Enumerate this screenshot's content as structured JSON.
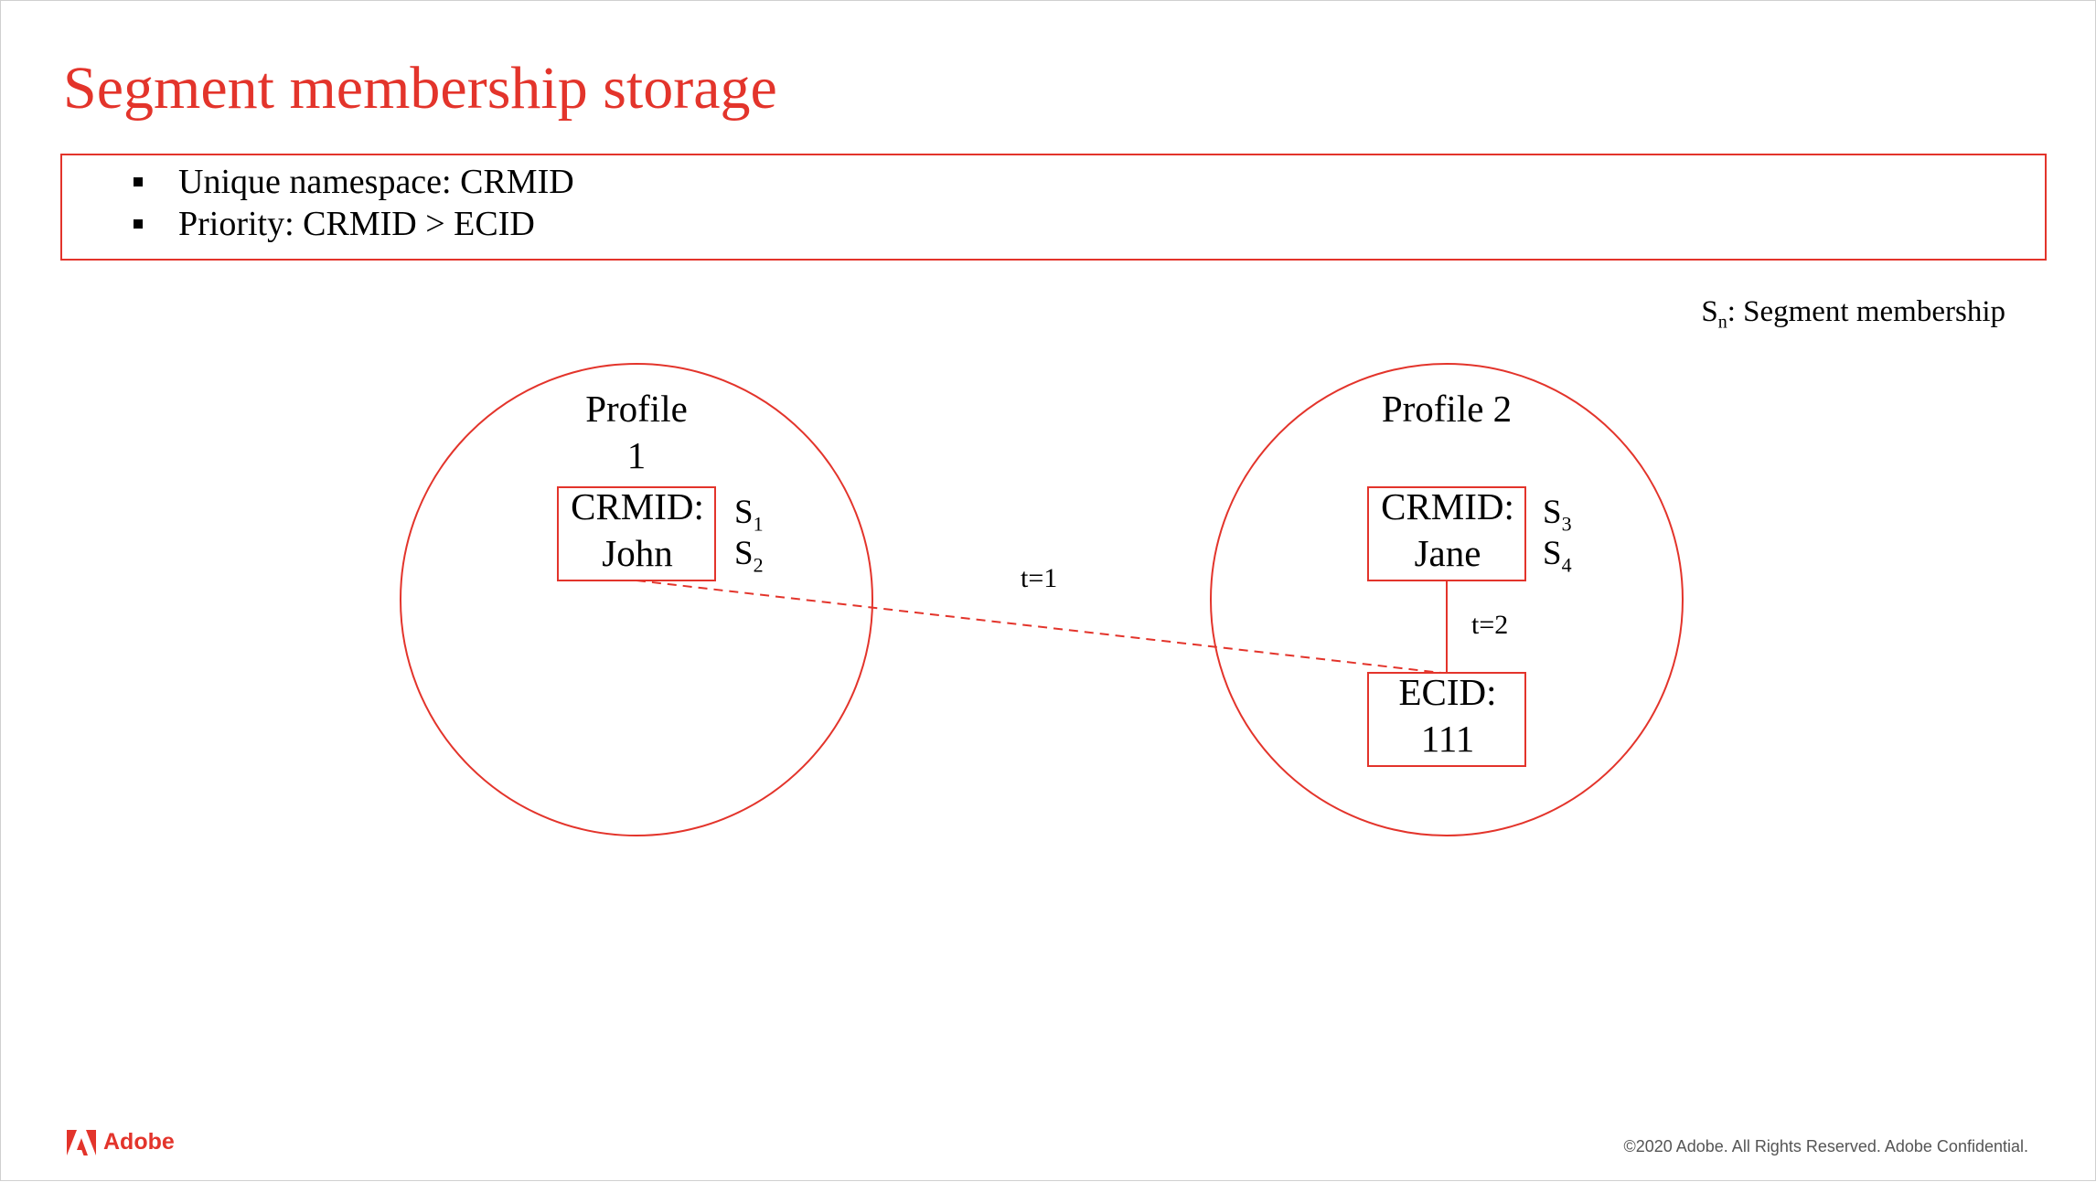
{
  "title": "Segment membership storage",
  "bullets": [
    "Unique namespace: CRMID",
    "Priority: CRMID > ECID"
  ],
  "legend": {
    "symbol": "S",
    "subscript": "n",
    "text": ": Segment membership"
  },
  "profiles": [
    {
      "label_line1": "Profile",
      "label_line2": "1",
      "crmid_box": {
        "line1": "CRMID:",
        "line2": "John"
      },
      "segments": [
        {
          "symbol": "S",
          "index": "1"
        },
        {
          "symbol": "S",
          "index": "2"
        }
      ]
    },
    {
      "label_line1": "Profile 2",
      "crmid_box": {
        "line1": "CRMID:",
        "line2": "Jane"
      },
      "ecid_box": {
        "line1": "ECID:",
        "line2": "111"
      },
      "segments": [
        {
          "symbol": "S",
          "index": "3"
        },
        {
          "symbol": "S",
          "index": "4"
        }
      ]
    }
  ],
  "links": {
    "t1_label": "t=1",
    "t2_label": "t=2"
  },
  "colors": {
    "accent": "#e3342b"
  },
  "brand": {
    "name": "Adobe"
  },
  "footer": "©2020 Adobe. All Rights Reserved. Adobe Confidential."
}
